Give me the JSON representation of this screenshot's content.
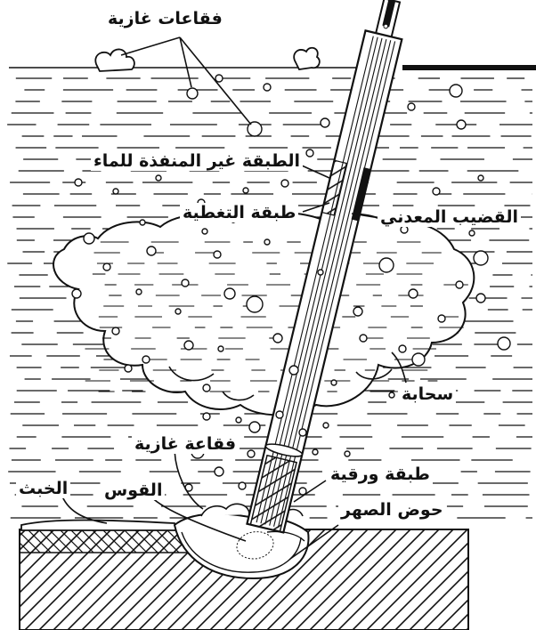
{
  "labels": {
    "gas_bubbles_top": "فقاعات غازية",
    "waterproof_layer": "الطبقة غير المنفذة للماء",
    "coating_layer": "طبقة التغطية",
    "metal_rod": "القضيب المعدني",
    "cloud": "سحابة",
    "gas_bubble": "فقاعة غازية",
    "arc": "القوس",
    "slag": "الخبث",
    "thin_layer": "طبقة ورقية",
    "weld_pool": "حوض الصهر"
  },
  "colors": {
    "ink": "#111111",
    "paper": "#ffffff"
  }
}
